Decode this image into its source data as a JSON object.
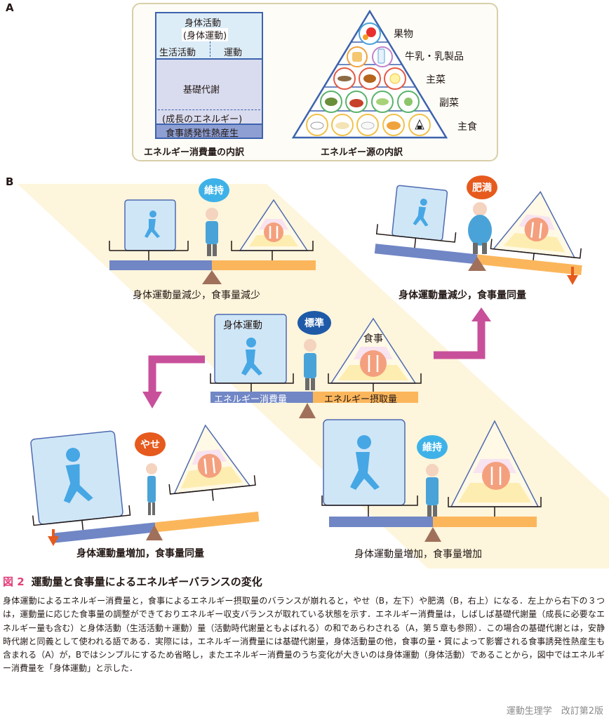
{
  "panel_a": {
    "letter": "A",
    "energy_box": {
      "activity_line1": "身体活動",
      "activity_line2": "(身体運動)",
      "daily_life": "生活活動",
      "exercise": "運動",
      "basal": "基礎代謝",
      "growth": "(成長のエネルギー)",
      "dit": "食事誘発性熱産生",
      "caption": "エネルギー消費量の内訳"
    },
    "pyramid": {
      "levels": [
        "果物",
        "牛乳・乳製品",
        "主菜",
        "副菜",
        "主食"
      ],
      "caption": "エネルギー源の内訳"
    }
  },
  "panel_b": {
    "letter": "B",
    "center": {
      "exercise_label": "身体運動",
      "food_label": "食事",
      "status": "標準",
      "left_bar": "エネルギー消費量",
      "right_bar": "エネルギー摂取量"
    },
    "top_left": {
      "status": "維持",
      "caption": "身体運動量減少，食事量減少"
    },
    "top_right": {
      "status": "肥満",
      "caption": "身体運動量減少，食事量同量"
    },
    "bottom_left": {
      "status": "やせ",
      "caption": "身体運動量増加，食事量同量"
    },
    "bottom_right": {
      "status": "維持",
      "caption": "身体運動量増加，食事量増加"
    }
  },
  "figure": {
    "number": "図 2",
    "title": "運動量と食事量によるエネルギーバランスの変化",
    "paragraphs": [
      "身体運動によるエネルギー消費量と，食事によるエネルギー摂取量のバランスが崩れると，やせ（B，左下）や肥満（B，右上）になる．左上から右下の３つは，運動量に応じた食事量の調整ができておりエネルギー収支バランスが取れている状態を示す．エネルギー消費量は，しばしば基礎代謝量（成長に必要なエネルギー量も含む）と身体活動（生活活動＋運動）量（活動時代謝量ともよばれる）の和であらわされる（A，第５章も参照）．この場合の基礎代謝とは，安静時代謝と同義として使われる語である．実際には，エネルギー消費量には基礎代謝量，身体活動量の他，食事の量・質によって影響される食事誘発性熱産生も含まれる（A）が，Bではシンプルにするため省略し，またエネルギー消費量のうち変化が大きいのは身体運動（身体活動）であることから，図中ではエネルギー消費量を「身体運動」と示した．"
    ]
  },
  "footer": "運動生理学　改訂第2版",
  "colors": {
    "scale_blue": "#7086c5",
    "scale_orange": "#fbb65c",
    "fulcrum": "#a0705a",
    "arrow_pink": "#c8509a",
    "sign_blue": "#3eb2e8",
    "sign_navy": "#1e5aa7",
    "sign_red": "#e65a1e",
    "figure_number": "#e2407a",
    "band": "#fdf5dc"
  },
  "icons": [
    "running-person-icon",
    "fork-knife-icon",
    "down-arrow-icon",
    "apple-icon"
  ]
}
